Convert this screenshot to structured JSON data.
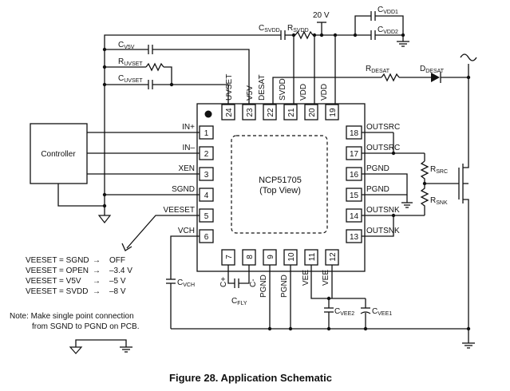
{
  "figure": {
    "caption": "Figure 28. Application Schematic"
  },
  "ic": {
    "name": "NCP51705",
    "view": "(Top View)"
  },
  "controller": {
    "label": "Controller"
  },
  "pins": {
    "p1": {
      "num": "1",
      "name": "IN+"
    },
    "p2": {
      "num": "2",
      "name": "IN–"
    },
    "p3": {
      "num": "3",
      "name": "XEN"
    },
    "p4": {
      "num": "4",
      "name": "SGND"
    },
    "p5": {
      "num": "5",
      "name": "VEESET"
    },
    "p6": {
      "num": "6",
      "name": "VCH"
    },
    "p7": {
      "num": "7",
      "name": "C+"
    },
    "p8": {
      "num": "8",
      "name": "C-"
    },
    "p9": {
      "num": "9",
      "name": "PGND"
    },
    "p10": {
      "num": "10",
      "name": "PGND"
    },
    "p11": {
      "num": "11",
      "name": "VEE"
    },
    "p12": {
      "num": "12",
      "name": "VEE"
    },
    "p13": {
      "num": "13",
      "name": "OUTSNK"
    },
    "p14": {
      "num": "14",
      "name": "OUTSNK"
    },
    "p15": {
      "num": "15",
      "name": "PGND"
    },
    "p16": {
      "num": "16",
      "name": "PGND"
    },
    "p17": {
      "num": "17",
      "name": "OUTSRC"
    },
    "p18": {
      "num": "18",
      "name": "OUTSRC"
    },
    "p19": {
      "num": "19",
      "name": "VDD"
    },
    "p20": {
      "num": "20",
      "name": "VDD"
    },
    "p21": {
      "num": "21",
      "name": "SVDD"
    },
    "p22": {
      "num": "22",
      "name": "DESAT"
    },
    "p23": {
      "num": "23",
      "name": "V5V"
    },
    "p24": {
      "num": "24",
      "name": "UVSET"
    }
  },
  "components": {
    "cv5v": {
      "main": "C",
      "sub": "V5V"
    },
    "ruvset": {
      "main": "R",
      "sub": "UVSET"
    },
    "cuvset": {
      "main": "C",
      "sub": "UVSET"
    },
    "csvdd": {
      "main": "C",
      "sub": "SVDD"
    },
    "rsvdd": {
      "main": "R",
      "sub": "SVDD"
    },
    "cvdd1": {
      "main": "C",
      "sub": "VDD1"
    },
    "cvdd2": {
      "main": "C",
      "sub": "VDD2"
    },
    "rdesat": {
      "main": "R",
      "sub": "DESAT"
    },
    "ddesat": {
      "main": "D",
      "sub": "DESAT"
    },
    "rsrc": {
      "main": "R",
      "sub": "SRC"
    },
    "rsnk": {
      "main": "R",
      "sub": "SNK"
    },
    "cvch": {
      "main": "C",
      "sub": "VCH"
    },
    "cfly": {
      "main": "C",
      "sub": "FLY"
    },
    "cvee2": {
      "main": "C",
      "sub": "VEE2"
    },
    "cvee1": {
      "main": "C",
      "sub": "VEE1"
    }
  },
  "supply": {
    "label": "20 V"
  },
  "veeset_table": {
    "rows": [
      {
        "setting": "VEESET = SGND",
        "value": "OFF"
      },
      {
        "setting": "VEESET = OPEN",
        "value": "–3.4 V"
      },
      {
        "setting": "VEESET = V5V",
        "value": "–5 V"
      },
      {
        "setting": "VEESET = SVDD",
        "value": "–8 V"
      }
    ],
    "arrow": "→"
  },
  "note": {
    "line1": "Note: Make single point connection",
    "line2": "from SGND to PGND on PCB."
  }
}
